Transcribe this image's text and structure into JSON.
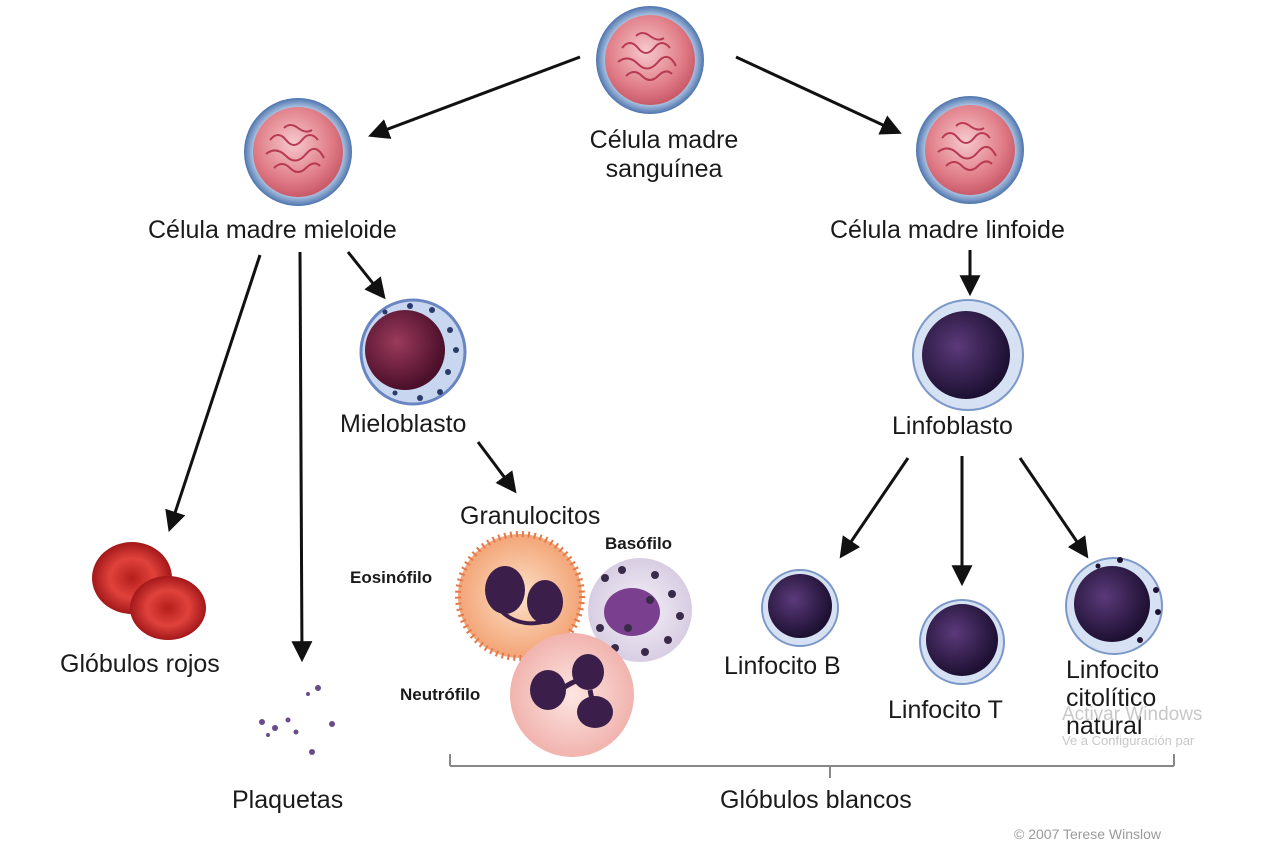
{
  "colors": {
    "stem_cell": "#e58a93",
    "stem_cell_rim": "#3a5f9a",
    "blast_core": "#6b1a38",
    "lymph_core": "#2a1a4a",
    "red_cell": "#d62c28",
    "arrow": "#111111"
  },
  "labels": {
    "blood_stem_cell": "Célula madre\nsanguínea",
    "myeloid_stem_cell": "Célula madre mieloide",
    "lymphoid_stem_cell": "Célula madre linfoide",
    "myeloblast": "Mieloblasto",
    "lymphoblast": "Linfoblasto",
    "granulocytes": "Granulocitos",
    "eosinophil": "Eosinófilo",
    "basophil": "Basófilo",
    "neutrophil": "Neutrófilo",
    "red_blood_cells": "Glóbulos rojos",
    "platelets": "Plaquetas",
    "b_lymphocyte": "Linfocito B",
    "t_lymphocyte": "Linfocito T",
    "nk_lymphocyte": "Linfocito\ncitolítico\nnatural",
    "white_blood_cells": "Glóbulos blancos"
  },
  "credit": "© 2007 Terese Winslow",
  "watermark": {
    "line1": "Activar Windows",
    "line2": "Ve a Configuración par"
  }
}
